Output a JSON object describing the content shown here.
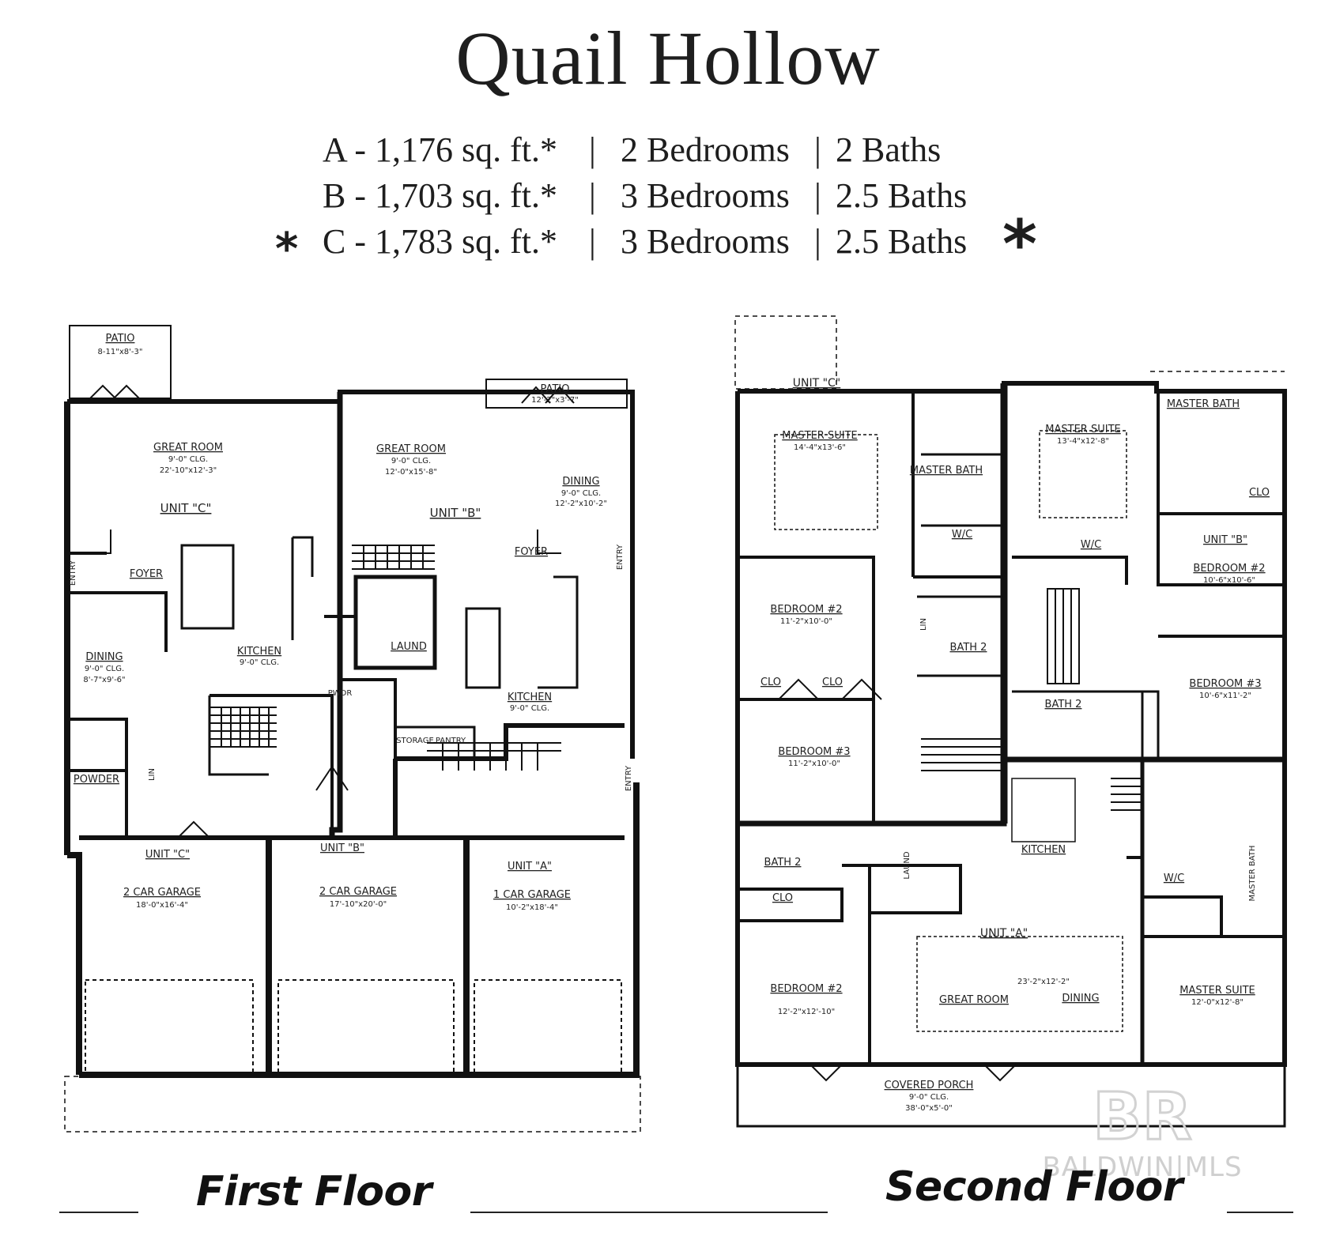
{
  "title": "Quail Hollow",
  "specs": [
    {
      "unit": "A - 1,176 sq. ft.*",
      "sep": "|",
      "bedrooms": "2 Bedrooms",
      "baths": "2 Baths",
      "starred": false
    },
    {
      "unit": "B - 1,703 sq. ft.*",
      "sep": "|",
      "bedrooms": "3 Bedrooms",
      "baths": "2.5 Baths",
      "starred": false
    },
    {
      "unit": "C - 1,783 sq. ft.*",
      "sep": "|",
      "bedrooms": "3 Bedrooms",
      "baths": "2.5 Baths",
      "starred": true
    }
  ],
  "star": "*",
  "floors": {
    "first": {
      "label": "First Floor",
      "rooms": {
        "patio_c": "PATIO",
        "patio_c_dim": "8-11\"x8'-3\"",
        "patio_b": "PATIO",
        "patio_b_dim": "12'-2\"x3'-7\"",
        "great_room_c": "GREAT ROOM",
        "great_room_c_clg": "9'-0\" CLG.",
        "great_room_c_dim": "22'-10\"x12'-3\"",
        "unit_c": "UNIT \"C\"",
        "great_room_b": "GREAT ROOM",
        "great_room_b_clg": "9'-0\" CLG.",
        "great_room_b_dim": "12'-0\"x15'-8\"",
        "unit_b": "UNIT \"B\"",
        "dining_b": "DINING",
        "dining_b_clg": "9'-0\" CLG.",
        "dining_b_dim": "12'-2\"x10'-2\"",
        "foyer_c": "FOYER",
        "foyer_b": "FOYER",
        "entry_c": "ENTRY",
        "entry_b": "ENTRY",
        "entry_a": "ENTRY",
        "kitchen_c": "KITCHEN",
        "kitchen_c_clg": "9'-0\" CLG.",
        "dining_c": "DINING",
        "dining_c_clg": "9'-0\" CLG.",
        "dining_c_dim": "8'-7\"x9'-6\"",
        "laund": "LAUND",
        "pwdr": "PWDR",
        "powder": "POWDER",
        "kitchen_b": "KITCHEN",
        "kitchen_b_clg": "9'-0\" CLG.",
        "storage": "STORAGE",
        "pantry": "PANTRY",
        "lin": "LIN",
        "garage_c_unit": "UNIT \"C\"",
        "garage_c": "2 CAR GARAGE",
        "garage_c_dim": "18'-0\"x16'-4\"",
        "garage_b_unit": "UNIT \"B\"",
        "garage_b": "2 CAR GARAGE",
        "garage_b_dim": "17'-10\"x20'-0\"",
        "garage_a_unit": "UNIT \"A\"",
        "garage_a": "1 CAR GARAGE",
        "garage_a_dim": "10'-2\"x18'-4\""
      }
    },
    "second": {
      "label": "Second Floor",
      "rooms": {
        "unit_c": "UNIT \"C\"",
        "master_suite_c": "MASTER SUITE",
        "master_suite_c_dim": "14'-4\"x13'-6\"",
        "master_bath_c": "MASTER BATH",
        "wic_c": "W/C",
        "master_suite_b": "MASTER SUITE",
        "master_suite_b_dim": "13'-4\"x12'-8\"",
        "master_bath_b": "MASTER BATH",
        "wic_b": "W/C",
        "clo_b": "CLO",
        "unit_b": "UNIT \"B\"",
        "bedroom2_b": "BEDROOM #2",
        "bedroom2_b_dim": "10'-6\"x10'-6\"",
        "bedroom3_b": "BEDROOM #3",
        "bedroom3_b_dim": "10'-6\"x11'-2\"",
        "bedroom2_c": "BEDROOM #2",
        "bedroom2_c_dim": "11'-2\"x10'-0\"",
        "clo_c1": "CLO",
        "clo_c2": "CLO",
        "bath2_c": "BATH 2",
        "bath2_b": "BATH 2",
        "bedroom3_c": "BEDROOM #3",
        "bedroom3_c_dim": "11'-2\"x10'-0\"",
        "lin": "LIN",
        "bath2_a": "BATH 2",
        "clo_a": "CLO",
        "laund_a": "LAUND",
        "kitchen_a": "KITCHEN",
        "wic_a": "W/C",
        "master_bath_a": "MASTER BATH",
        "unit_a": "UNIT \"A\"",
        "bedroom2_a": "BEDROOM #2",
        "bedroom2_a_dim": "12'-2\"x12'-10\"",
        "great_room_a": "GREAT ROOM",
        "dining_a": "DINING",
        "great_room_a_dim": "23'-2\"x12'-2\"",
        "master_suite_a": "MASTER SUITE",
        "master_suite_a_dim": "12'-0\"x12'-8\"",
        "covered_porch": "COVERED PORCH",
        "covered_porch_clg": "9'-0\" CLG.",
        "covered_porch_dim": "38'-0\"x5'-0\""
      }
    }
  },
  "watermark": {
    "logo": "BR",
    "text": "BALDWIN|MLS"
  }
}
